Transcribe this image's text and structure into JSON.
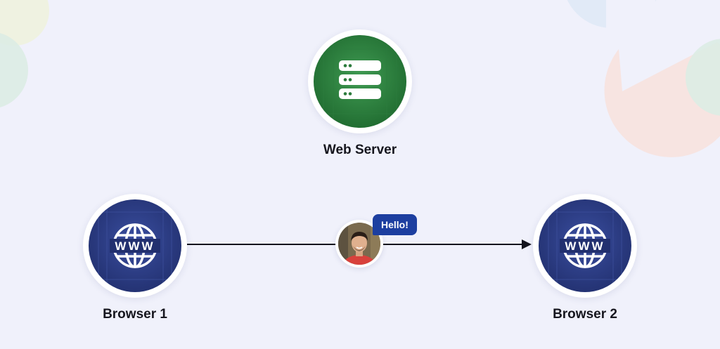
{
  "nodes": {
    "web_server": {
      "label": "Web Server",
      "icon": "server-rack-icon",
      "color": "#2a7a3b"
    },
    "browser_1": {
      "label": "Browser 1",
      "icon": "www-globe-icon",
      "color": "#2a3b84"
    },
    "browser_2": {
      "label": "Browser 2",
      "icon": "www-globe-icon",
      "color": "#2a3b84"
    }
  },
  "message": {
    "text": "Hello!",
    "color": "#1d3fa0"
  },
  "connection": {
    "from": "browser_1",
    "to": "browser_2",
    "via": "user"
  },
  "user": {
    "icon": "user-avatar-icon"
  },
  "globe_text": "WWW",
  "colors": {
    "background": "#f0f1fb",
    "line": "#14141c"
  }
}
